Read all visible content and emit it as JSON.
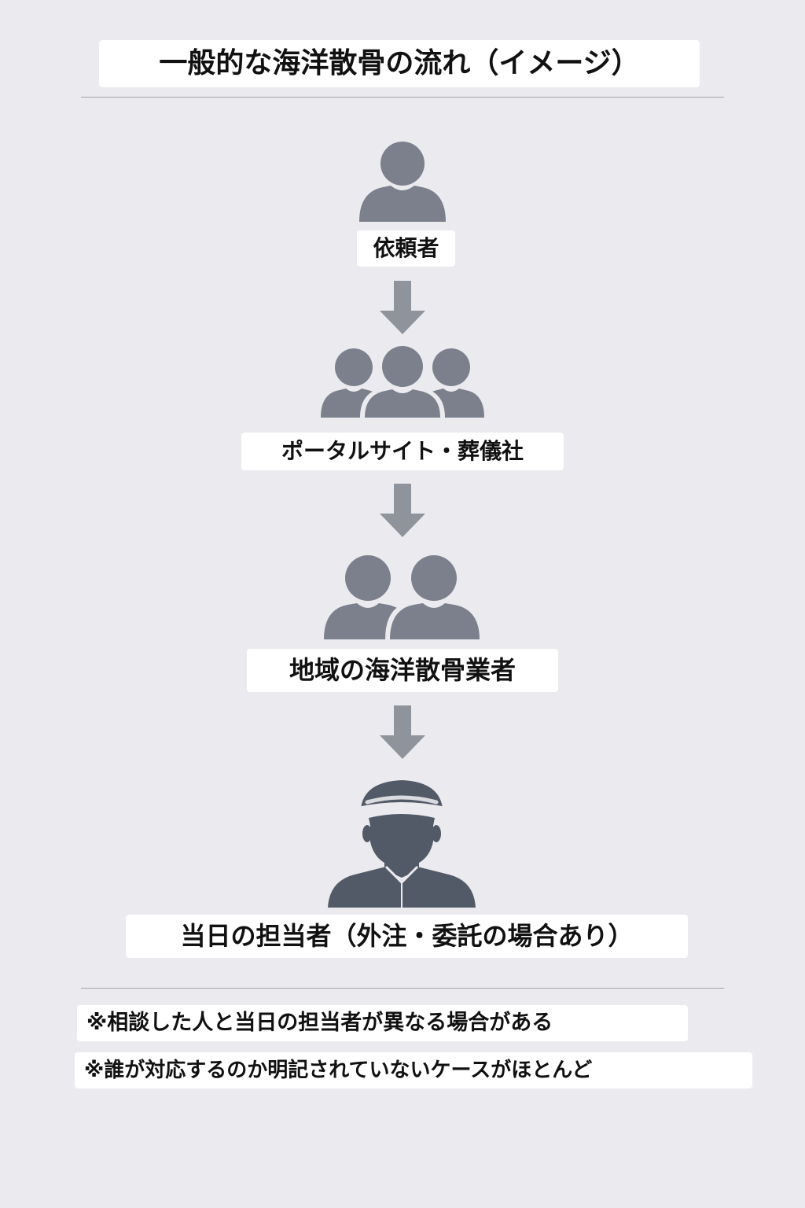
{
  "title": "一般的な海洋散骨の流れ（イメージ）",
  "colors": {
    "background": "#ebebef",
    "label_background": "#ffffff",
    "icon_gray": "#7b808c",
    "icon_dark": "#535a67",
    "arrow_gray": "#8f939c",
    "rule": "#a2a5ab"
  },
  "steps": [
    {
      "label": "依頼者",
      "icon": "single-person-icon"
    },
    {
      "label": "ポータルサイト・葬儀社",
      "icon": "group-of-three-people-icon"
    },
    {
      "label": "地域の海洋散骨業者",
      "icon": "two-people-icon"
    },
    {
      "label": "当日の担当者（外注・委託の場合あり）",
      "icon": "captain-with-cap-icon"
    }
  ],
  "arrows": [
    "arrow-down-icon",
    "arrow-down-icon",
    "arrow-down-icon"
  ],
  "notes": [
    "※相談した人と当日の担当者が異なる場合がある",
    "※誰が対応するのか明記されていないケースがほとんど"
  ]
}
